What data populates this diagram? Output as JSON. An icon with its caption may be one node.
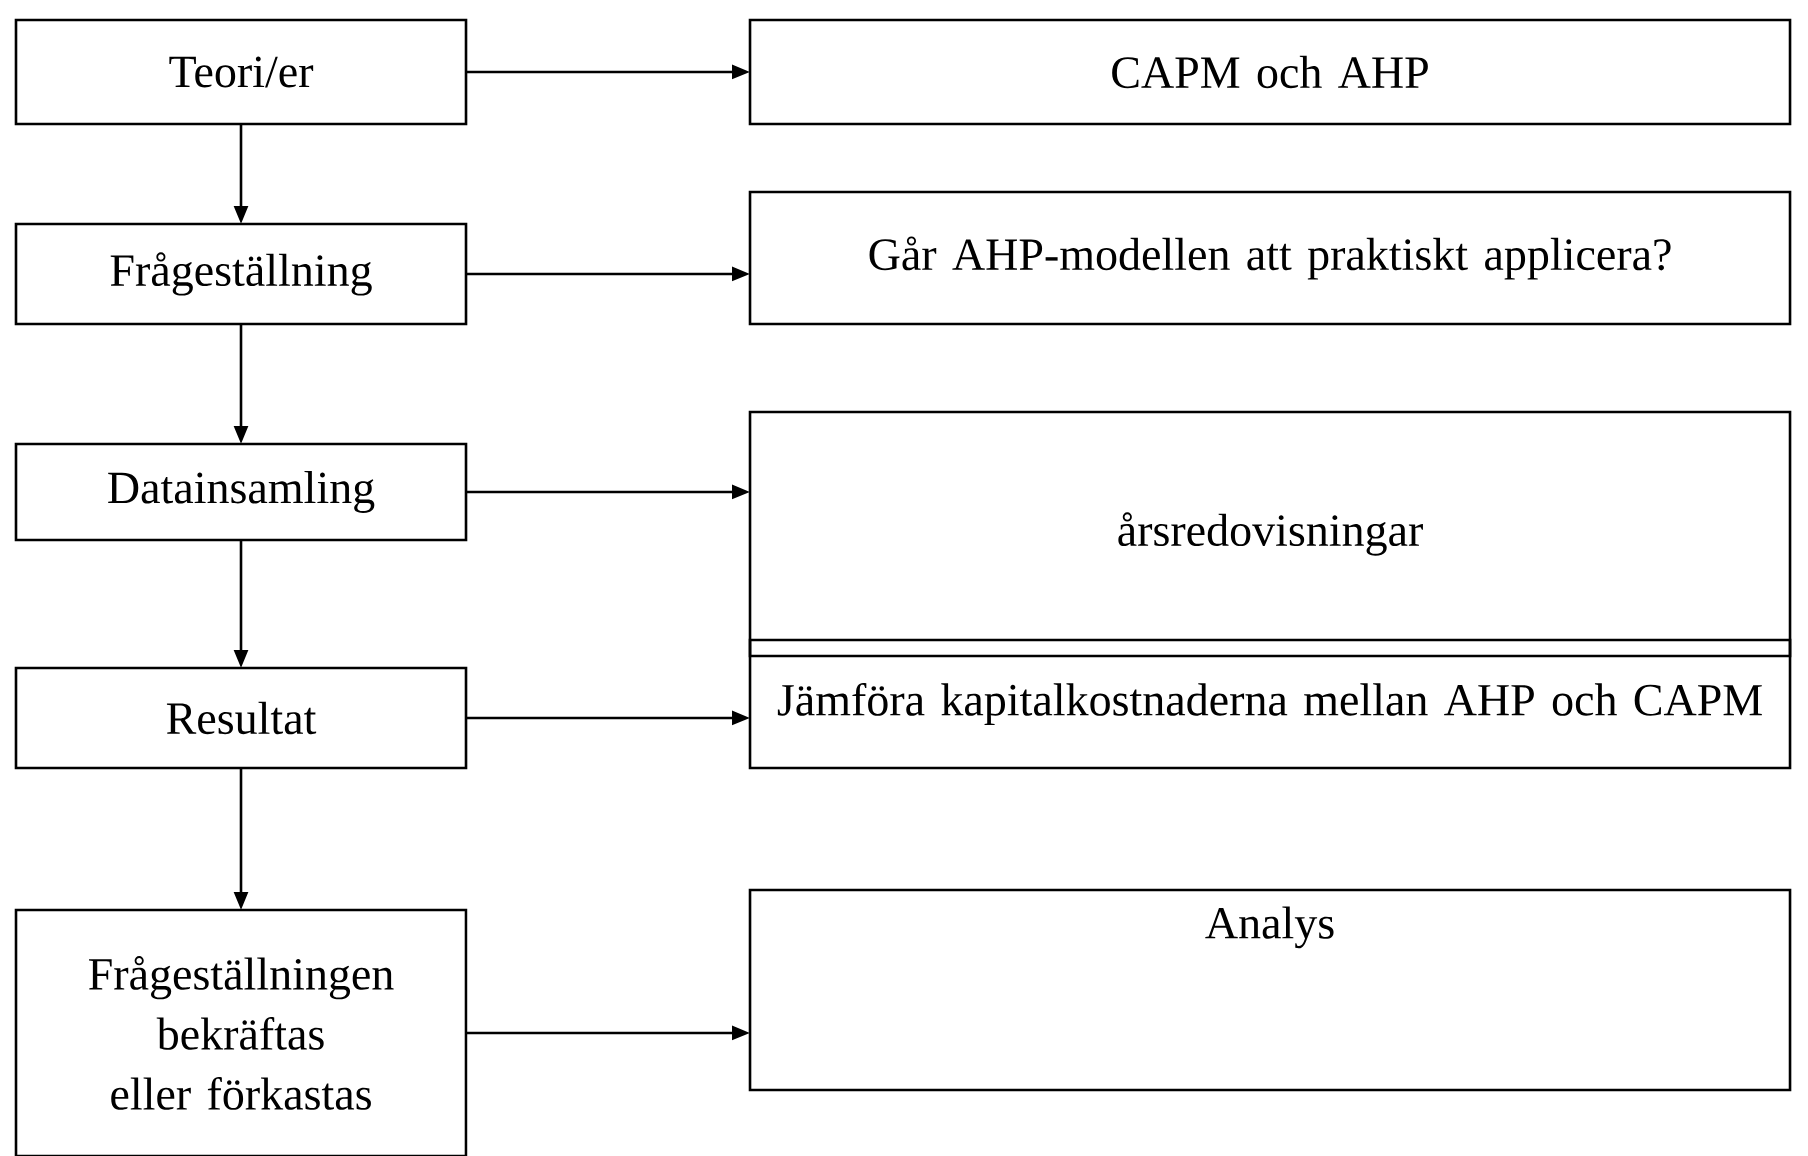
{
  "diagram": {
    "nodes": [
      {
        "text": [
          "Teori/er"
        ]
      },
      {
        "text": [
          "CAPM och AHP"
        ]
      },
      {
        "text": [
          "Frågeställning"
        ]
      },
      {
        "text": [
          "Går AHP-modellen att praktiskt applicera?"
        ]
      },
      {
        "text": [
          "Datainsamling"
        ]
      },
      {
        "text": [
          "årsredovisningar"
        ]
      },
      {
        "text": [
          "Resultat"
        ]
      },
      {
        "text": [
          "Jämföra kapitalkostnaderna mellan AHP och CAPM"
        ]
      },
      {
        "text": [
          "Frågeställningen bekräftas eller förkastas"
        ]
      },
      {
        "text": [
          "Analys"
        ]
      }
    ],
    "edges": [
      {
        "from": 0,
        "to": 1,
        "arrow": "to"
      },
      {
        "from": 0,
        "to": 2,
        "arrow": "to"
      },
      {
        "from": 2,
        "to": 3,
        "arrow": "to"
      },
      {
        "from": 2,
        "to": 4,
        "arrow": "to"
      },
      {
        "from": 4,
        "to": 5,
        "arrow": "to"
      },
      {
        "from": 4,
        "to": 6,
        "arrow": "to"
      },
      {
        "from": 6,
        "to": 7,
        "arrow": "to"
      },
      {
        "from": 6,
        "to": 8,
        "arrow": "to"
      },
      {
        "from": 8,
        "to": 9,
        "arrow": "to"
      }
    ]
  }
}
